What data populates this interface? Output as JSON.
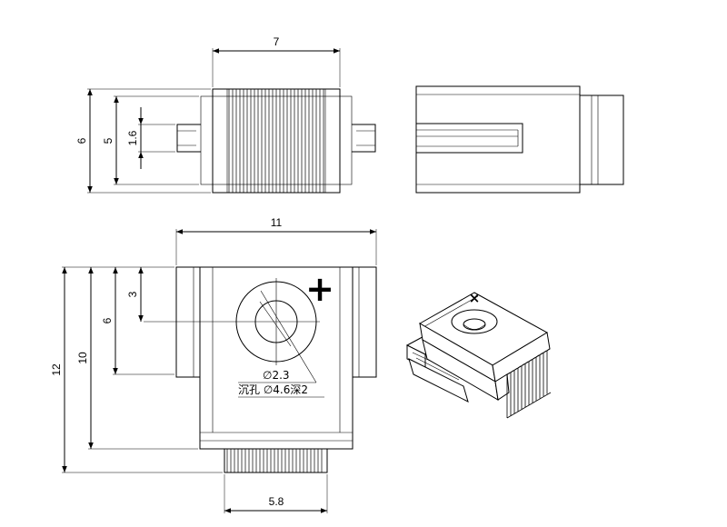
{
  "dimensions": {
    "top_width": "7",
    "top_height_outer": "6",
    "top_height_inner": "5",
    "top_pin_pitch": "1.6",
    "plan_width": "11",
    "plan_height_outer": "12",
    "plan_height_inner": "10",
    "plan_hole_offset_y": "6",
    "plan_hole_to_top": "3",
    "plan_fin_width": "5.8"
  },
  "notes": {
    "hole_diameter": "∅2.3",
    "counterbore": "沉孔 ∅4.6深2"
  },
  "polarity_mark": "+",
  "iso_polarity_mark": "×"
}
